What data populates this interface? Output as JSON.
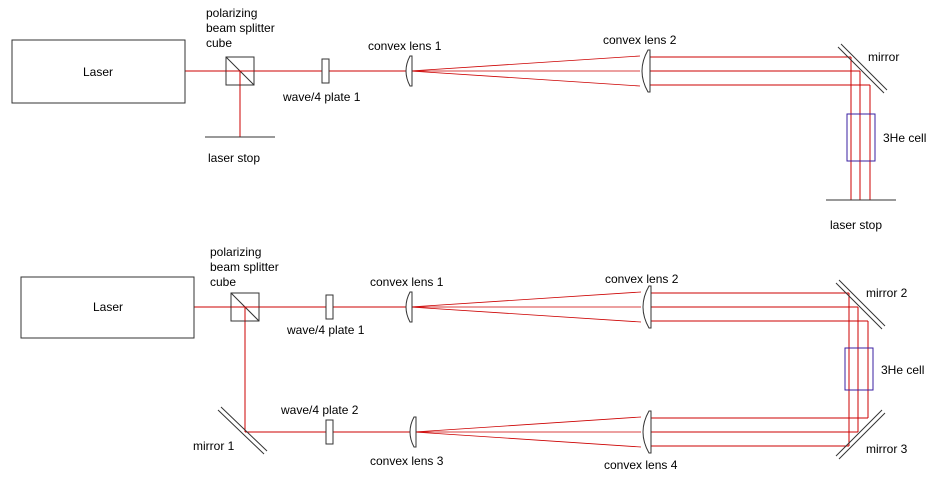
{
  "setup_top": {
    "laser": "Laser",
    "pbs_line1": "polarizing",
    "pbs_line2": "beam splitter",
    "pbs_line3": "cube",
    "waveplate": "wave/4 plate 1",
    "lens1": "convex lens 1",
    "lens2": "convex lens 2",
    "mirror": "mirror",
    "cell": "3He cell",
    "stop_pbs": "laser stop",
    "stop_cell": "laser stop"
  },
  "setup_bottom": {
    "laser": "Laser",
    "pbs_line1": "polarizing",
    "pbs_line2": "beam splitter",
    "pbs_line3": "cube",
    "waveplate1": "wave/4 plate 1",
    "waveplate2": "wave/4 plate 2",
    "lens1": "convex lens 1",
    "lens2": "convex lens 2",
    "lens3": "convex lens 3",
    "lens4": "convex lens 4",
    "mirror1": "mirror 1",
    "mirror2": "mirror 2",
    "mirror3": "mirror 3",
    "cell": "3He cell"
  },
  "colors": {
    "beam": "#cc0000",
    "outline": "#333333",
    "cell_outline": "#3a1fa0"
  }
}
